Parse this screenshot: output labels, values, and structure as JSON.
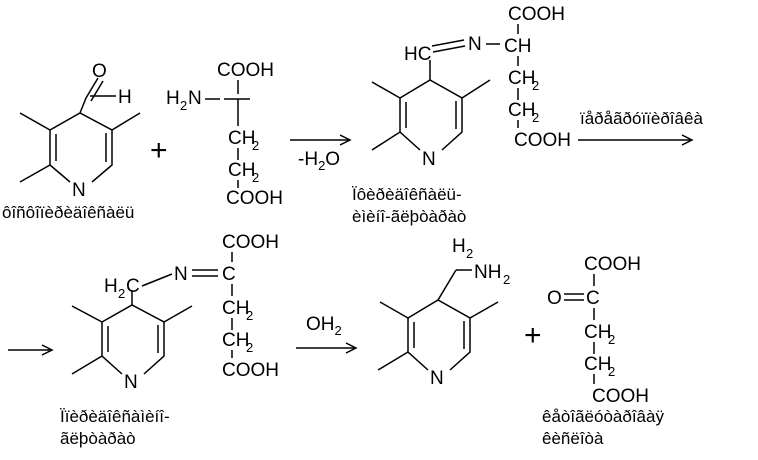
{
  "atoms": {
    "O": "O",
    "H": "H",
    "N": "N",
    "C": "C",
    "HC": "HC",
    "H2C": "H",
    "CH": "CH",
    "CH2_C": "CH",
    "NH2_N": "NH",
    "H2N_H": "H",
    "H2N_N": "N",
    "COOH": "COOH",
    "sub2": "2"
  },
  "operators": {
    "plus": "+"
  },
  "reactions": {
    "r1": {
      "label": "-H",
      "label_sub": "2",
      "label_tail": "O"
    },
    "r2": {
      "label": "ïåðåãðóïïèðîâêà"
    },
    "r3": {
      "label": "OH",
      "label_sub": "2"
    }
  },
  "captions": {
    "pyridoxal": "ôîñôîïèðèäîêñàëü",
    "intermediate1": [
      "Ïôèðèäîêñàëü-",
      "èìèíî-ãëþòàðàò"
    ],
    "intermediate2": [
      "Ïïèðèäîêñàìèíî-",
      "ãëþòàðàò"
    ],
    "ketoglutarate": [
      "êåòîãëóòàðîâàÿ",
      "êèñëîòà"
    ]
  }
}
